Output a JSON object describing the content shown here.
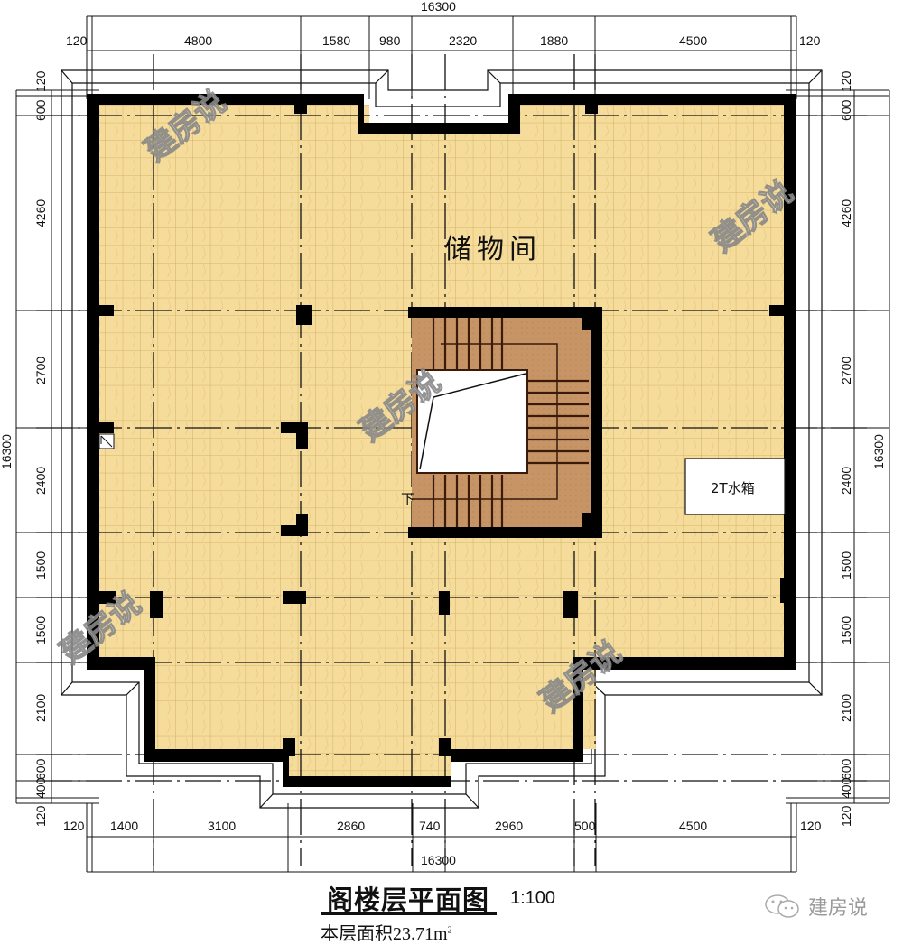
{
  "drawing": {
    "title": "阁楼层平面图",
    "scale": "1:100",
    "area_label": "本层面积23.71m",
    "area_sup": "2",
    "watermark_brand": "建房说",
    "watermark_overlay": "建房说"
  },
  "rooms": {
    "storage": "储物间",
    "water_tank": "2T水箱",
    "stair_down_marker": "下"
  },
  "dimensions": {
    "top_total": "16300",
    "top": [
      "120",
      "4800",
      "1580",
      "980",
      "2320",
      "1880",
      "4500",
      "120"
    ],
    "bottom_total": "16300",
    "bottom": [
      "120",
      "1400",
      "3100",
      "2860",
      "740",
      "2960",
      "500",
      "4500",
      "120"
    ],
    "left_total": "16300",
    "left": [
      "120",
      "600",
      "4260",
      "2700",
      "2400",
      "1500",
      "1500",
      "2100",
      "600",
      "400",
      "120"
    ],
    "right_total": "16300",
    "right": [
      "120",
      "600",
      "4260",
      "2700",
      "2400",
      "1500",
      "1500",
      "2100",
      "600",
      "400",
      "120"
    ]
  },
  "colors": {
    "floor_fill": "#f6dc9b",
    "grid_line": "#c9a75a",
    "wall": "#000000",
    "stair_fill": "#c79466",
    "stair_line": "#3a1a08"
  }
}
